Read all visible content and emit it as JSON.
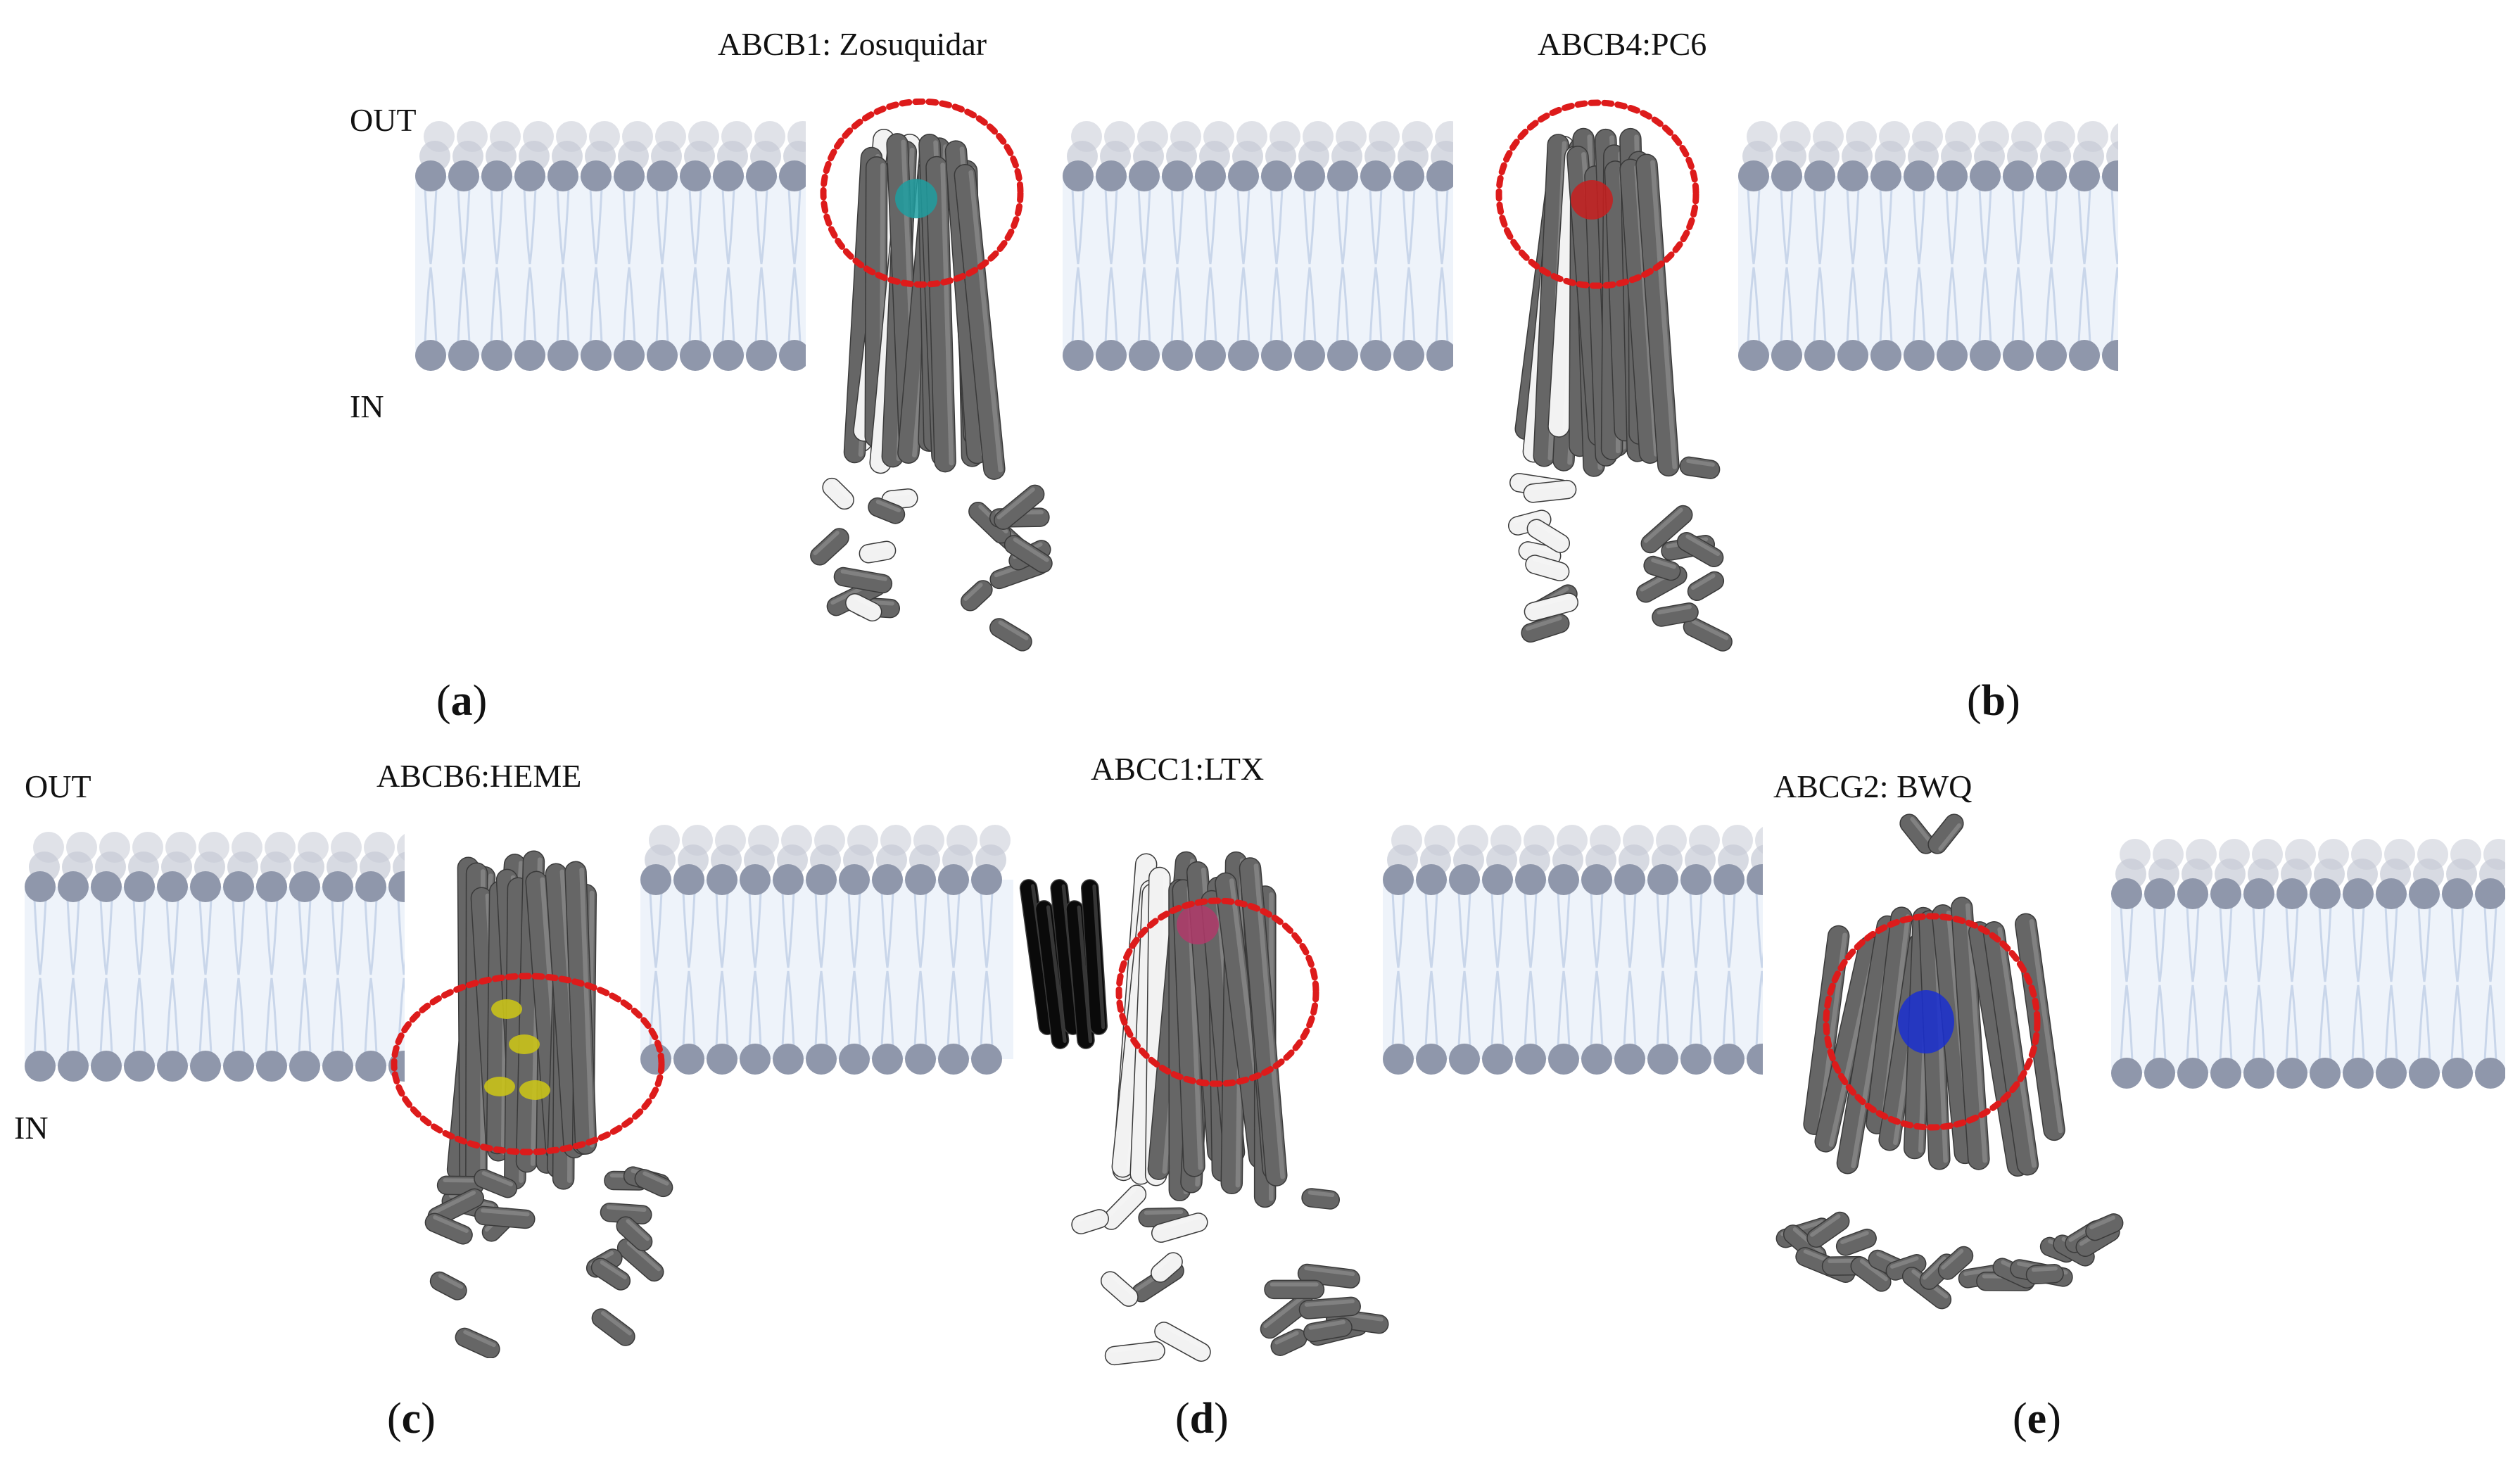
{
  "panels": [
    {
      "id": "a",
      "title": "ABCB1: Zosuquidar",
      "label_open": "(",
      "label_letter": "a",
      "label_close": ")",
      "ligand_color": "#1f9ea0"
    },
    {
      "id": "b",
      "title": "ABCB4:PC6",
      "label_open": "(",
      "label_letter": "b",
      "label_close": ")",
      "ligand_color": "#c81e1e"
    },
    {
      "id": "c",
      "title": "ABCB6:HEME",
      "label_open": "(",
      "label_letter": "c",
      "label_close": ")",
      "ligand_color": "#c9c21a"
    },
    {
      "id": "d",
      "title": "ABCC1:LTX",
      "label_open": "(",
      "label_letter": "d",
      "label_close": ")",
      "ligand_color": "#b03a6a"
    },
    {
      "id": "e",
      "title": "ABCG2: BWQ",
      "label_open": "(",
      "label_letter": "e",
      "label_close": ")",
      "ligand_color": "#1a2fd0"
    }
  ],
  "side_labels": {
    "top_out": "OUT",
    "top_in": "IN",
    "bottom_out": "OUT",
    "bottom_in": "IN"
  },
  "colors": {
    "helix": "#666666",
    "helix_light": "#f2f2f2",
    "helix_dark_domain": "#0a0a0a",
    "lipid_head": "#8f97ab",
    "lipid_head_back": "#c6cad6",
    "lipid_tail": "#c9d6ea",
    "membrane_fill": "#eef3fa",
    "binding_circle": "#dd1b1b"
  }
}
